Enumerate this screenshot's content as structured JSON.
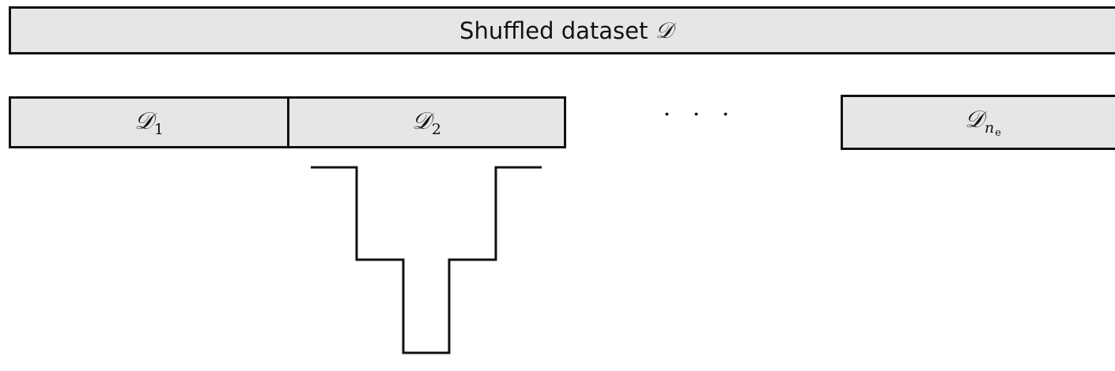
{
  "dataset": {
    "label_text": "Shuffled dataset ",
    "symbol": "𝒟"
  },
  "partitions": [
    {
      "symbol": "𝒟",
      "subscript": "1"
    },
    {
      "symbol": "𝒟",
      "subscript": "2"
    },
    {
      "symbol": "𝒟",
      "subscript": "n",
      "sub_subscript": "e"
    }
  ],
  "ellipsis": "· · ·"
}
